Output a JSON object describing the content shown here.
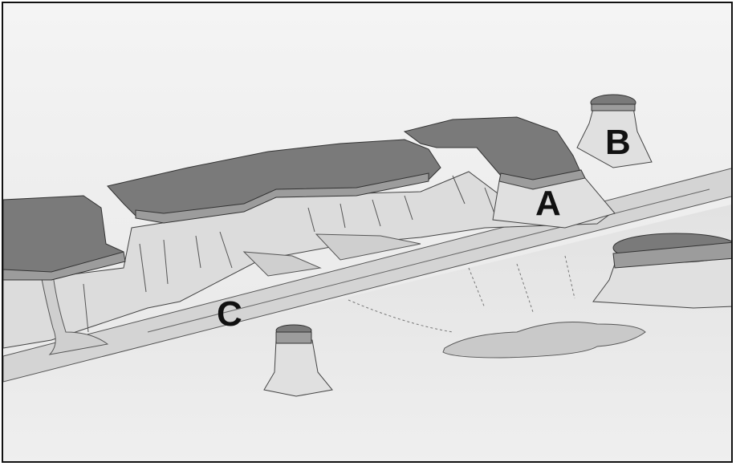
{
  "labels": {
    "a": "A",
    "b": "B",
    "c": "C"
  },
  "colors": {
    "cap_rock": "#7a7a7a",
    "cap_band": "#9a9a9a",
    "cliff_face": "#dedede",
    "talus": "#d2d2d2",
    "terrace": "#cfcfcf",
    "plain": "#ebebeb",
    "sky": "#f1f1f1",
    "line": "#3a3a3a"
  }
}
